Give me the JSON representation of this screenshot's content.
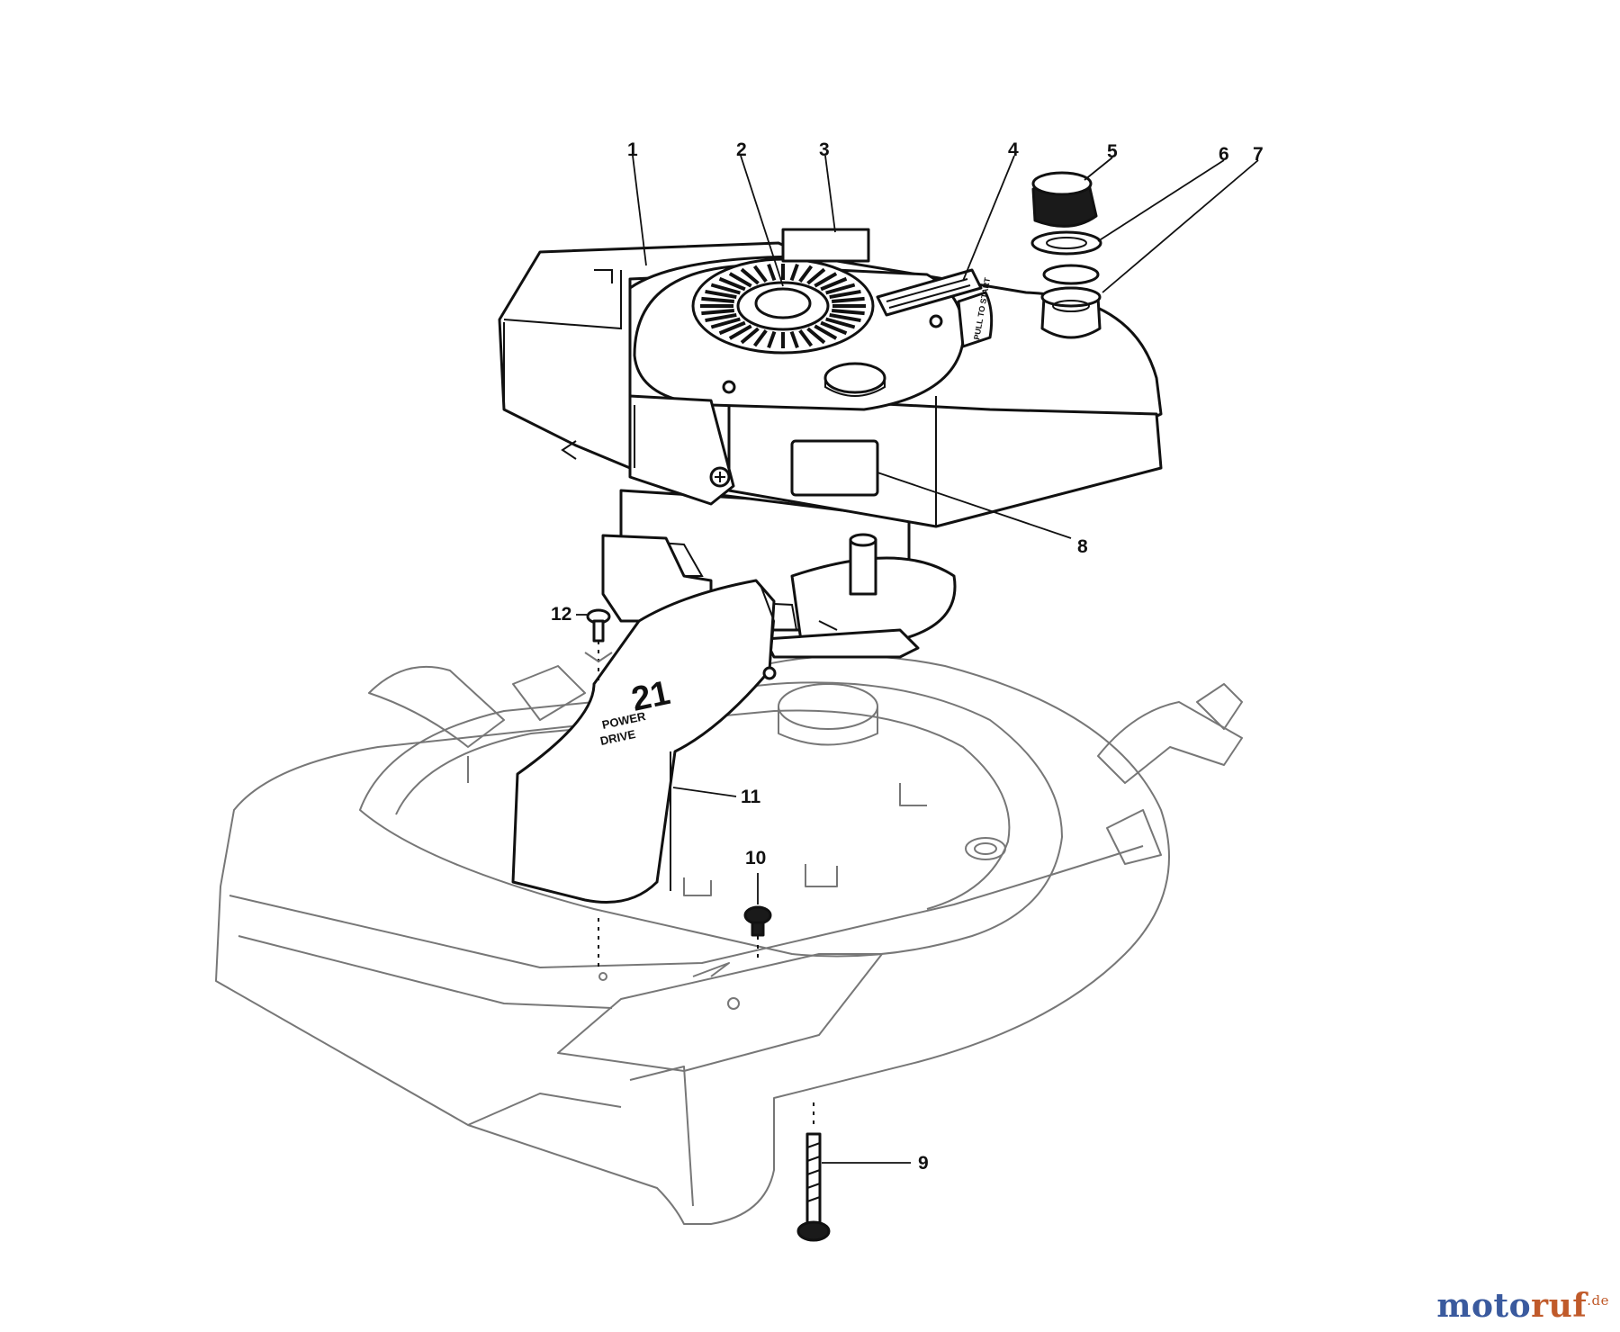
{
  "callouts": [
    {
      "id": "1",
      "label": "1"
    },
    {
      "id": "2",
      "label": "2"
    },
    {
      "id": "3",
      "label": "3"
    },
    {
      "id": "4",
      "label": "4"
    },
    {
      "id": "5",
      "label": "5"
    },
    {
      "id": "6",
      "label": "6"
    },
    {
      "id": "7",
      "label": "7"
    },
    {
      "id": "8",
      "label": "8"
    },
    {
      "id": "9",
      "label": "9"
    },
    {
      "id": "10",
      "label": "10"
    },
    {
      "id": "11",
      "label": "11"
    },
    {
      "id": "12",
      "label": "12"
    }
  ],
  "decals": {
    "pull_to_start": "PULL TO START",
    "chute_number": "21",
    "chute_text_1": "POWER",
    "chute_text_2": "DRIVE"
  },
  "watermark": {
    "part_a": "moto",
    "part_b": "ruf",
    "part_c": ".de"
  }
}
